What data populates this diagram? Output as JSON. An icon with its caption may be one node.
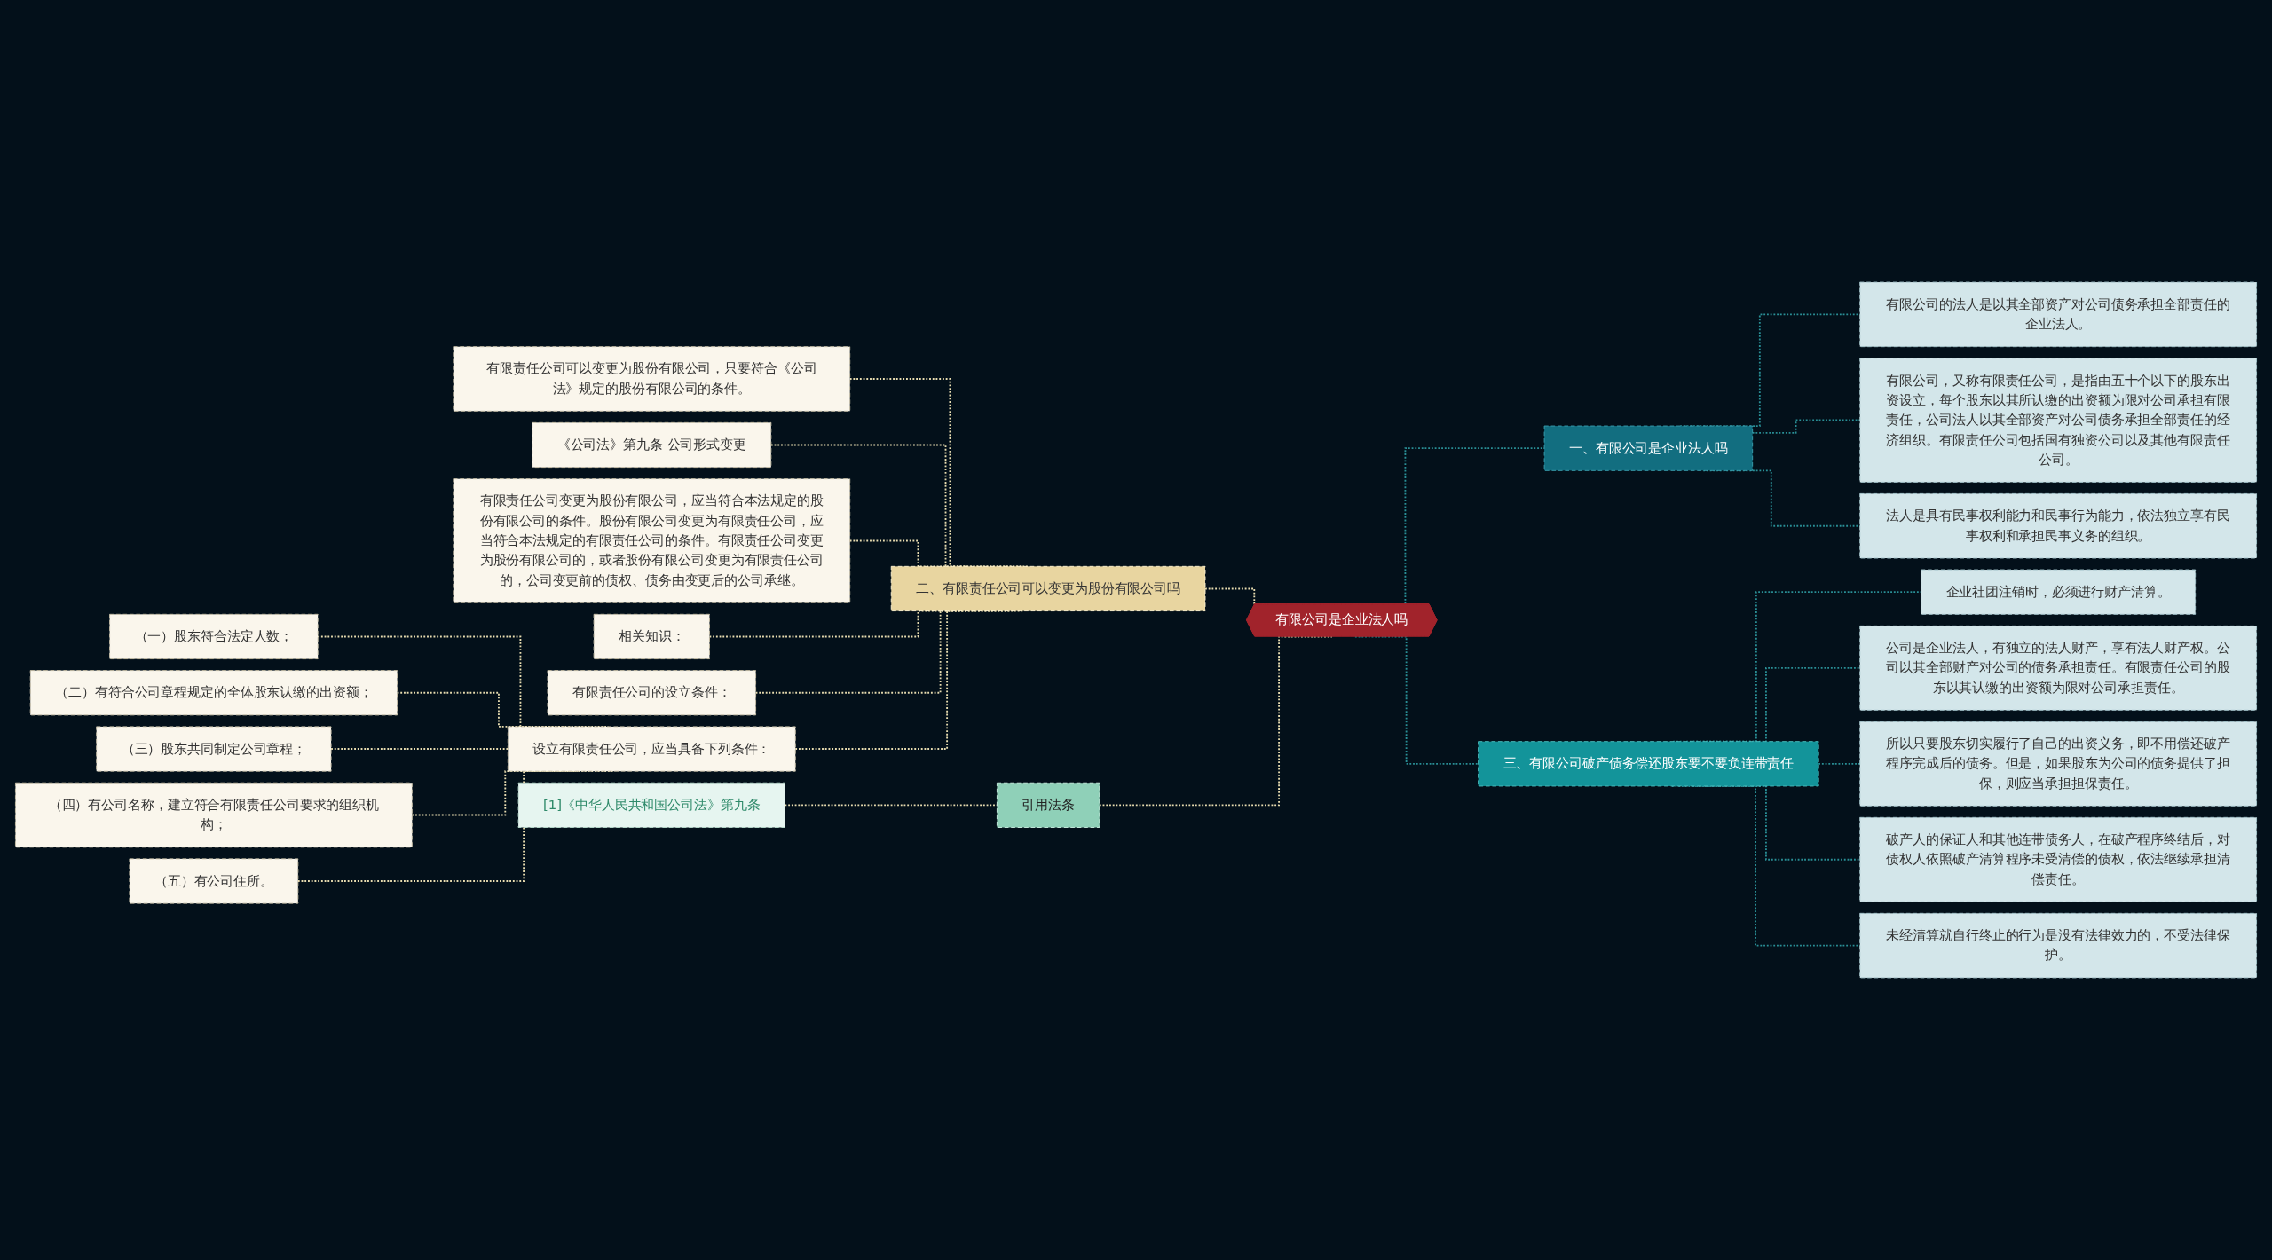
{
  "diagram": {
    "nodes": [
      {
        "text": [
          "有限公司是企业法人吗"
        ]
      },
      {
        "text": [
          "二、有限责任公司可以变更为股份有限公司吗"
        ]
      },
      {
        "text": [
          "有限责任公司可以变更为股份有限公司，只要符合《公司法》规定的股份有限公司的条件。"
        ]
      },
      {
        "text": [
          "《公司法》第九条 公司形式变更"
        ]
      },
      {
        "text": [
          "有限责任公司变更为股份有限公司，应当符合本法规定的股份有限公司的条件。股份有限公司变更为有限责任公司，应当符合本法规定的有限责任公司的条件。有限责任公司变更为股份有限公司的，或者股份有限公司变更为有限责任公司的，公司变更前的债权、债务由变更后的公司承继。"
        ]
      },
      {
        "text": [
          "相关知识："
        ]
      },
      {
        "text": [
          "有限责任公司的设立条件："
        ]
      },
      {
        "text": [
          "设立有限责任公司，应当具备下列条件："
        ]
      },
      {
        "text": [
          "（一）股东符合法定人数；"
        ]
      },
      {
        "text": [
          "（二）有符合公司章程规定的全体股东认缴的出资额；"
        ]
      },
      {
        "text": [
          "（三）股东共同制定公司章程；"
        ]
      },
      {
        "text": [
          "（四）有公司名称，建立符合有限责任公司要求的组织机构；"
        ]
      },
      {
        "text": [
          "（五）有公司住所。"
        ]
      },
      {
        "text": [
          "引用法条"
        ]
      },
      {
        "text": [
          "[1]《中华人民共和国公司法》第九条"
        ]
      },
      {
        "text": [
          "一、有限公司是企业法人吗"
        ]
      },
      {
        "text": [
          "有限公司的法人是以其全部资产对公司债务承担全部责任的企业法人。"
        ]
      },
      {
        "text": [
          "有限公司，又称有限责任公司，是指由五十个以下的股东出资设立，每个股东以其所认缴的出资额为限对公司承担有限责任，公司法人以其全部资产对公司债务承担全部责任的经济组织。有限责任公司包括国有独资公司以及其他有限责任公司。"
        ]
      },
      {
        "text": [
          "法人是具有民事权利能力和民事行为能力，依法独立享有民事权利和承担民事义务的组织。"
        ]
      },
      {
        "text": [
          "三、有限公司破产债务偿还股东要不要负连带责任"
        ]
      },
      {
        "text": [
          "企业社团注销时，必须进行财产清算。"
        ]
      },
      {
        "text": [
          "公司是企业法人，有独立的法人财产，享有法人财产权。公司以其全部财产对公司的债务承担责任。有限责任公司的股东以其认缴的出资额为限对公司承担责任。"
        ]
      },
      {
        "text": [
          "所以只要股东切实履行了自己的出资义务，即不用偿还破产程序完成后的债务。但是，如果股东为公司的债务提供了担保，则应当承担担保责任。"
        ]
      },
      {
        "text": [
          "破产人的保证人和其他连带债务人，在破产程序终结后，对债权人依照破产清算程序未受清偿的债权，依法继续承担清偿责任。"
        ]
      },
      {
        "text": [
          "未经清算就自行终止的行为是没有法律效力的，不受法律保护。"
        ]
      }
    ],
    "edges": [
      {
        "from": 0,
        "to": 1,
        "arrow": "none",
        "style": "dashed"
      },
      {
        "from": 1,
        "to": 2,
        "arrow": "none",
        "style": "dashed"
      },
      {
        "from": 1,
        "to": 3,
        "arrow": "none",
        "style": "dashed"
      },
      {
        "from": 1,
        "to": 4,
        "arrow": "none",
        "style": "dashed"
      },
      {
        "from": 1,
        "to": 5,
        "arrow": "none",
        "style": "dashed"
      },
      {
        "from": 1,
        "to": 6,
        "arrow": "none",
        "style": "dashed"
      },
      {
        "from": 1,
        "to": 7,
        "arrow": "none",
        "style": "dashed"
      },
      {
        "from": 7,
        "to": 8,
        "arrow": "none",
        "style": "dashed"
      },
      {
        "from": 7,
        "to": 9,
        "arrow": "none",
        "style": "dashed"
      },
      {
        "from": 7,
        "to": 10,
        "arrow": "none",
        "style": "dashed"
      },
      {
        "from": 7,
        "to": 11,
        "arrow": "none",
        "style": "dashed"
      },
      {
        "from": 7,
        "to": 12,
        "arrow": "none",
        "style": "dashed"
      },
      {
        "from": 0,
        "to": 13,
        "arrow": "none",
        "style": "dashed"
      },
      {
        "from": 13,
        "to": 14,
        "arrow": "none",
        "style": "dashed"
      },
      {
        "from": 0,
        "to": 15,
        "arrow": "none",
        "style": "dashed",
        "color": "#2a8f96"
      },
      {
        "from": 15,
        "to": 16,
        "arrow": "none",
        "style": "dashed",
        "color": "#2a8f96"
      },
      {
        "from": 15,
        "to": 17,
        "arrow": "none",
        "style": "dashed",
        "color": "#2a8f96"
      },
      {
        "from": 15,
        "to": 18,
        "arrow": "none",
        "style": "dashed",
        "color": "#2a8f96"
      },
      {
        "from": 0,
        "to": 19,
        "arrow": "none",
        "style": "dashed",
        "color": "#2a8f96"
      },
      {
        "from": 19,
        "to": 20,
        "arrow": "none",
        "style": "dashed",
        "color": "#2a8f96"
      },
      {
        "from": 19,
        "to": 21,
        "arrow": "none",
        "style": "dashed",
        "color": "#2a8f96"
      },
      {
        "from": 19,
        "to": 22,
        "arrow": "none",
        "style": "dashed",
        "color": "#2a8f96"
      },
      {
        "from": 19,
        "to": 23,
        "arrow": "none",
        "style": "dashed",
        "color": "#2a8f96"
      },
      {
        "from": 19,
        "to": 24,
        "arrow": "none",
        "style": "dashed",
        "color": "#2a8f96"
      }
    ]
  }
}
